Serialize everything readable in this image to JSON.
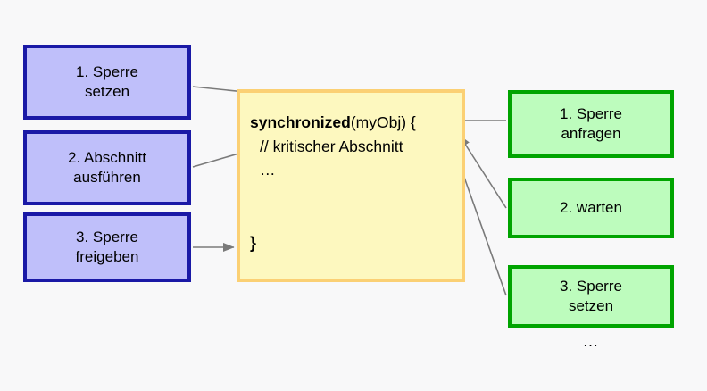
{
  "diagram": {
    "title": "synchronized block lock diagram",
    "background_color": "#f8f8f9",
    "left_column": {
      "accent_border": "#1a19a6",
      "fill": "#bfbffa",
      "boxes": [
        {
          "line1": "1. Sperre",
          "line2": "setzen"
        },
        {
          "line1": "2. Abschnitt",
          "line2": "ausführen"
        },
        {
          "line1": "3. Sperre",
          "line2": "freigeben"
        }
      ]
    },
    "right_column": {
      "accent_border": "#00a400",
      "fill": "#bdfcbd",
      "boxes": [
        {
          "line1": "1. Sperre",
          "line2": "anfragen"
        },
        {
          "line1": "2. warten",
          "line2": ""
        },
        {
          "line1": "3. Sperre",
          "line2": "setzen"
        }
      ],
      "trailing_ellipsis": "…"
    },
    "code_block": {
      "fill": "#fdf8bf",
      "border": "#fbd074",
      "keyword": "synchronized",
      "signature": "(myObj) {",
      "comment": "// kritischer Abschnitt",
      "ellipsis": "…",
      "closing_brace": "}"
    },
    "arrow_color": "#7a7a7a"
  }
}
